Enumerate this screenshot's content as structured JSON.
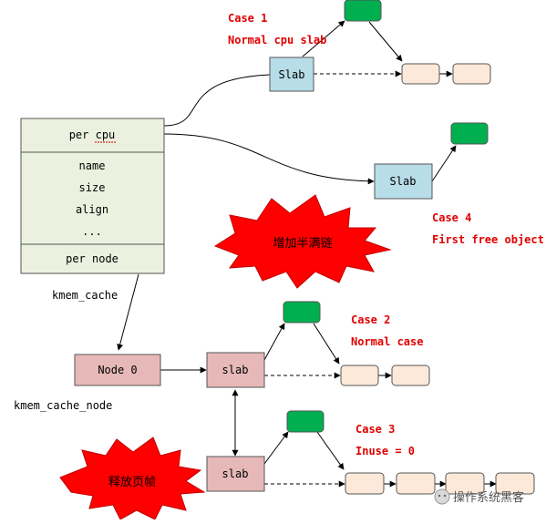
{
  "kmem_cache": {
    "per_cpu": "per cpu",
    "fields": [
      "name",
      "size",
      "align",
      "..."
    ],
    "per_node": "per node",
    "caption": "kmem_cache"
  },
  "node": {
    "label": "Node 0",
    "caption": "kmem_cache_node"
  },
  "slab_labels": {
    "cpu_slab_1": "Slab",
    "cpu_slab_4": "Slab",
    "node_slab_2": "slab",
    "node_slab_3": "slab"
  },
  "cases": {
    "case1": {
      "title": "Case 1",
      "desc": "Normal cpu slab"
    },
    "case2": {
      "title": "Case 2",
      "desc": "Normal case"
    },
    "case3": {
      "title": "Case 3",
      "desc": "Inuse = 0"
    },
    "case4": {
      "title": "Case 4",
      "desc": "First free object"
    }
  },
  "bursts": {
    "upper": "增加半满链",
    "lower": "释放页帧"
  },
  "watermark": "操作系统黑客",
  "colors": {
    "cache_fill": "#ebf1de",
    "cpu_slab_fill": "#b7dde8",
    "node_fill": "#e6b9b8",
    "object_fill": "#fde9d9",
    "object_green": "#00b050",
    "burst_red": "#ff0000",
    "case_red": "#e00000"
  }
}
